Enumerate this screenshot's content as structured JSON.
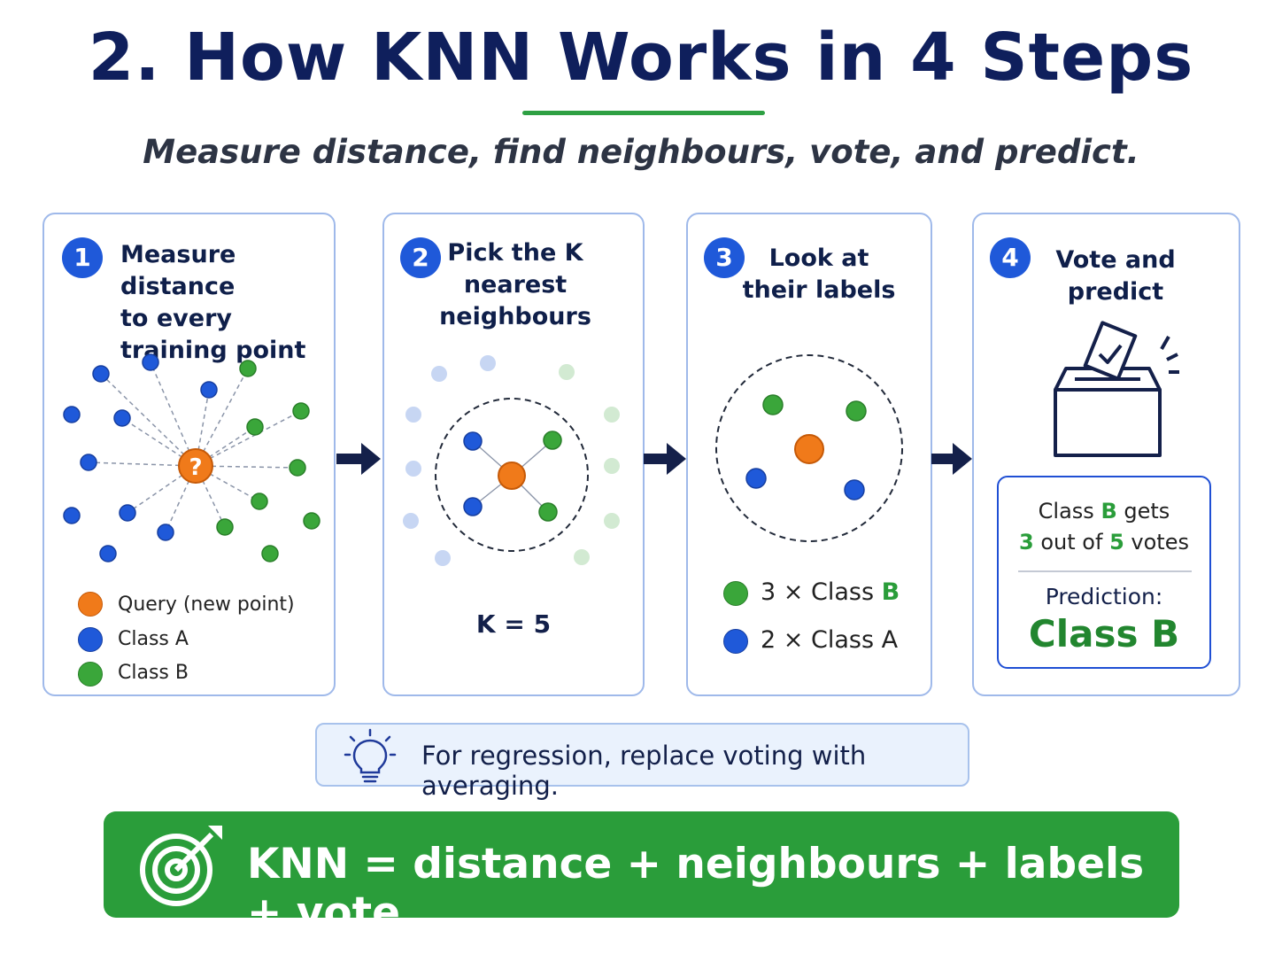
{
  "header": {
    "title": "2. How KNN Works in 4 Steps",
    "subtitle": "Measure distance, find neighbours, vote, and predict."
  },
  "colors": {
    "class_a": "#1f59d9",
    "class_b": "#3aa63a",
    "query": "#f07a1a",
    "accent_navy": "#0f1f5c",
    "banner_green": "#2a9d3a"
  },
  "steps": [
    {
      "number": "1",
      "title_lines": [
        "Measure distance",
        "to every",
        "training point"
      ],
      "query_mark": "?",
      "legend": [
        {
          "label": "Query (new point)",
          "icon": "orange-dot"
        },
        {
          "label": "Class A",
          "icon": "blue-dot"
        },
        {
          "label": "Class B",
          "icon": "green-dot"
        }
      ]
    },
    {
      "number": "2",
      "title_lines": [
        "Pick the K",
        "nearest",
        "neighbours"
      ],
      "k_label": "K = 5"
    },
    {
      "number": "3",
      "title_lines": [
        "Look at",
        "their labels"
      ],
      "counts": [
        {
          "count": "3",
          "times": "×",
          "class_word": "Class",
          "class_letter": "B"
        },
        {
          "count": "2",
          "times": "×",
          "class_word": "Class",
          "class_letter": "A"
        }
      ]
    },
    {
      "number": "4",
      "title_lines": [
        "Vote and",
        "predict"
      ],
      "vote_icon": "ballot-box-icon",
      "result": {
        "line1_a": "Class",
        "line1_b": "B",
        "line1_c": "gets",
        "line2_a": "3",
        "line2_b": "out of",
        "line2_c": "5",
        "line2_d": "votes",
        "prediction_label": "Prediction:",
        "prediction_value": "Class B"
      }
    }
  ],
  "tip": {
    "icon": "lightbulb-icon",
    "text": "For regression, replace voting with averaging."
  },
  "banner": {
    "icon": "target-icon",
    "text": "KNN = distance + neighbours + labels + vote."
  }
}
